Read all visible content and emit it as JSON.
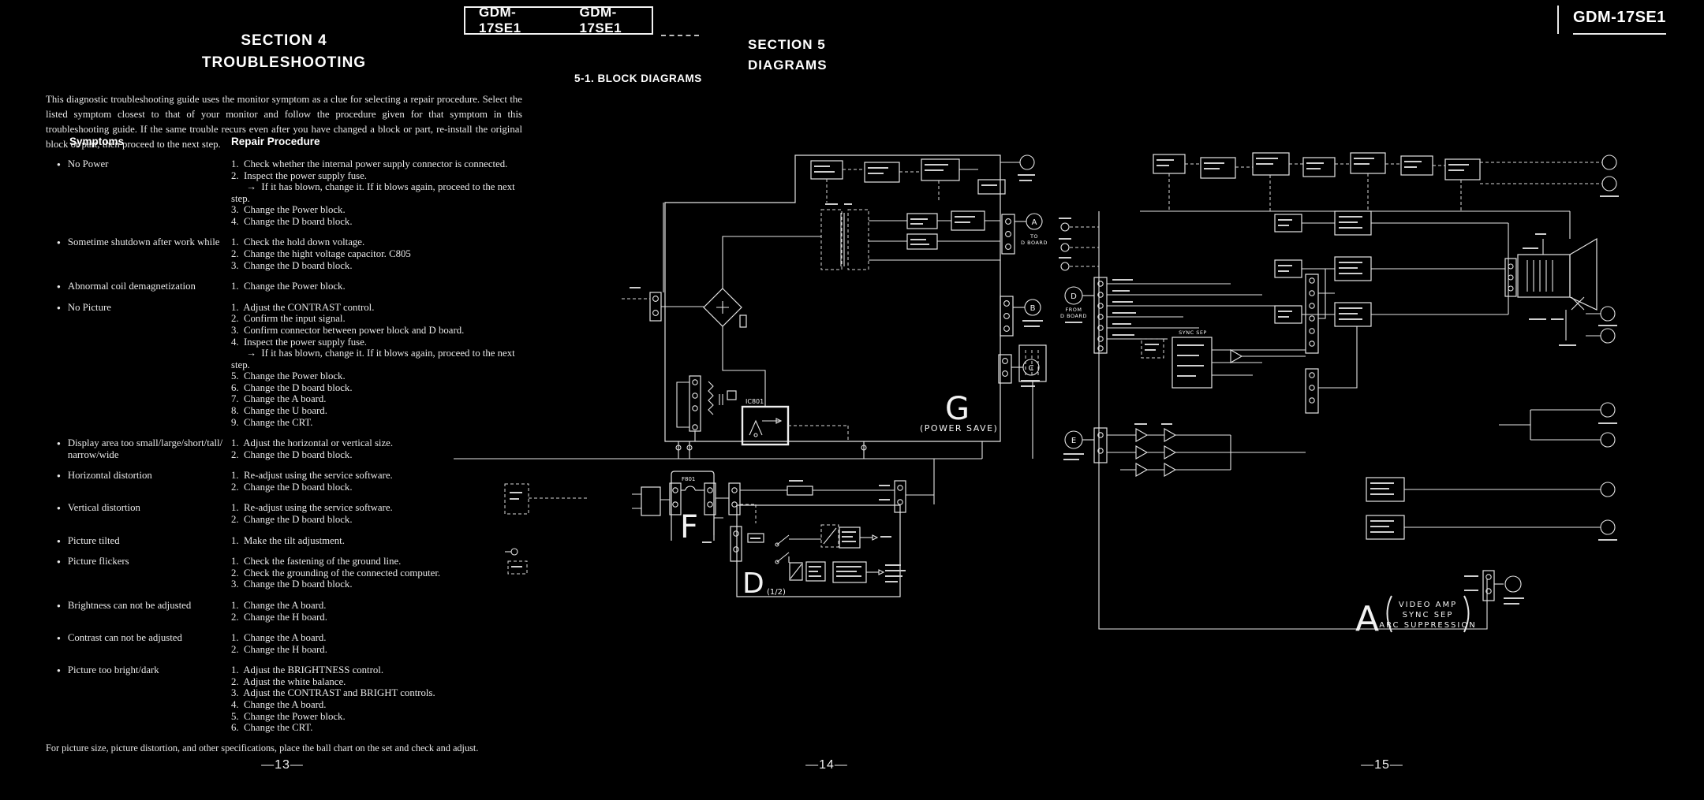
{
  "header": {
    "tab_models": {
      "left": "GDM-17SE1",
      "right": "GDM-17SE1"
    },
    "corner_model": "GDM-17SE1"
  },
  "section4": {
    "title": "SECTION 4\nTROUBLESHOOTING",
    "intro": "This diagnostic troubleshooting guide uses the monitor symptom as a clue for selecting a repair procedure. Select the listed symptom closest to that of your monitor and follow the procedure given for that symptom in this troubleshooting guide. If the same trouble recurs even after you have changed a block or part, re-install the original block or part, then proceed to the next step.",
    "col_symptoms": "Symptoms",
    "col_repair": "Repair Procedure",
    "bullet": "●",
    "rows": [
      {
        "symptom": "No Power",
        "steps": [
          "1.  Check whether the internal power supply connector is connected.",
          "2.  Inspect the power supply fuse.",
          "      →  If it has blown, change it. If it blows again, proceed to the next step.",
          "3.  Change the Power block.",
          "4.  Change the D board block."
        ]
      },
      {
        "symptom": "Sometime shutdown after work while",
        "steps": [
          "1.  Check the hold down voltage.",
          "2.  Change the hight voltage capacitor. C805",
          "3.  Change the D board block."
        ]
      },
      {
        "symptom": "Abnormal coil demagnetization",
        "steps": [
          "1.  Change the Power block."
        ]
      },
      {
        "symptom": "No Picture",
        "steps": [
          "1.  Adjust the CONTRAST control.",
          "2.  Confirm the input signal.",
          "3.  Confirm connector between power block and D board.",
          "4.  Inspect the power supply fuse.",
          "      →  If it has blown, change it. If it blows again, proceed to the next step.",
          "5.  Change the Power block.",
          "6.  Change the D board block.",
          "7.  Change the A board.",
          "8.  Change the U board.",
          "9.  Change the CRT."
        ]
      },
      {
        "symptom": "Display area too small/large/short/tall/\nnarrow/wide",
        "steps": [
          "1.  Adjust the horizontal or vertical size.",
          "2.  Change the D board block."
        ]
      },
      {
        "symptom": "Horizontal distortion",
        "steps": [
          "1.  Re-adjust using the service software.",
          "2.  Change the D board block."
        ]
      },
      {
        "symptom": "Vertical distortion",
        "steps": [
          "1.  Re-adjust using the service software.",
          "2.  Change the D board block."
        ]
      },
      {
        "symptom": "Picture tilted",
        "steps": [
          "1.  Make the tilt adjustment."
        ]
      },
      {
        "symptom": "Picture flickers",
        "steps": [
          "1.  Check the fastening of the ground line.",
          "2.  Check the grounding of the connected computer.",
          "3.  Change the D board block."
        ]
      },
      {
        "symptom": "Brightness can not be adjusted",
        "steps": [
          "1.  Change the A board.",
          "2.  Change the H board."
        ]
      },
      {
        "symptom": "Contrast can not be adjusted",
        "steps": [
          "1.  Change the A board.",
          "2.  Change the H board."
        ]
      },
      {
        "symptom": "Picture too bright/dark",
        "steps": [
          "1.  Adjust the BRIGHTNESS control.",
          "2.  Adjust the white balance.",
          "3.  Adjust the CONTRAST and BRIGHT controls.",
          "4.  Change the A board.",
          "5.  Change the Power block.",
          "6.  Change the CRT."
        ]
      }
    ],
    "footnote": "For picture size, picture distortion, and other specifications, place the ball chart on the set and check and adjust."
  },
  "section5": {
    "title": "SECTION 5\nDIAGRAMS",
    "subsection": "5-1.  BLOCK DIAGRAMS"
  },
  "diagram": {
    "g_letter": "G",
    "g_caption": "(POWER SAVE)",
    "f_letter": "F",
    "fuse_label": "F801",
    "ic_label": "IC801",
    "d_letter": "D",
    "d_suffix": "(1/2)",
    "a_letter": "A",
    "a_lines": [
      "VIDEO AMP",
      "SYNC SEP",
      "ARC SUPPRESSION"
    ],
    "sync_sep": "SYNC SEP",
    "conn_a": "A",
    "conn_b": "B",
    "conn_c": "C",
    "conn_d": "D",
    "conn_e": "E",
    "cap_to": [
      "TO",
      "D BOARD"
    ],
    "cap_from": [
      "FROM",
      "D BOARD"
    ]
  },
  "footer": {
    "page13": "—13—",
    "page14": "—14—",
    "page15": "—15—"
  },
  "colors": {
    "background": "#000000",
    "ink": "#f2f2f2"
  }
}
